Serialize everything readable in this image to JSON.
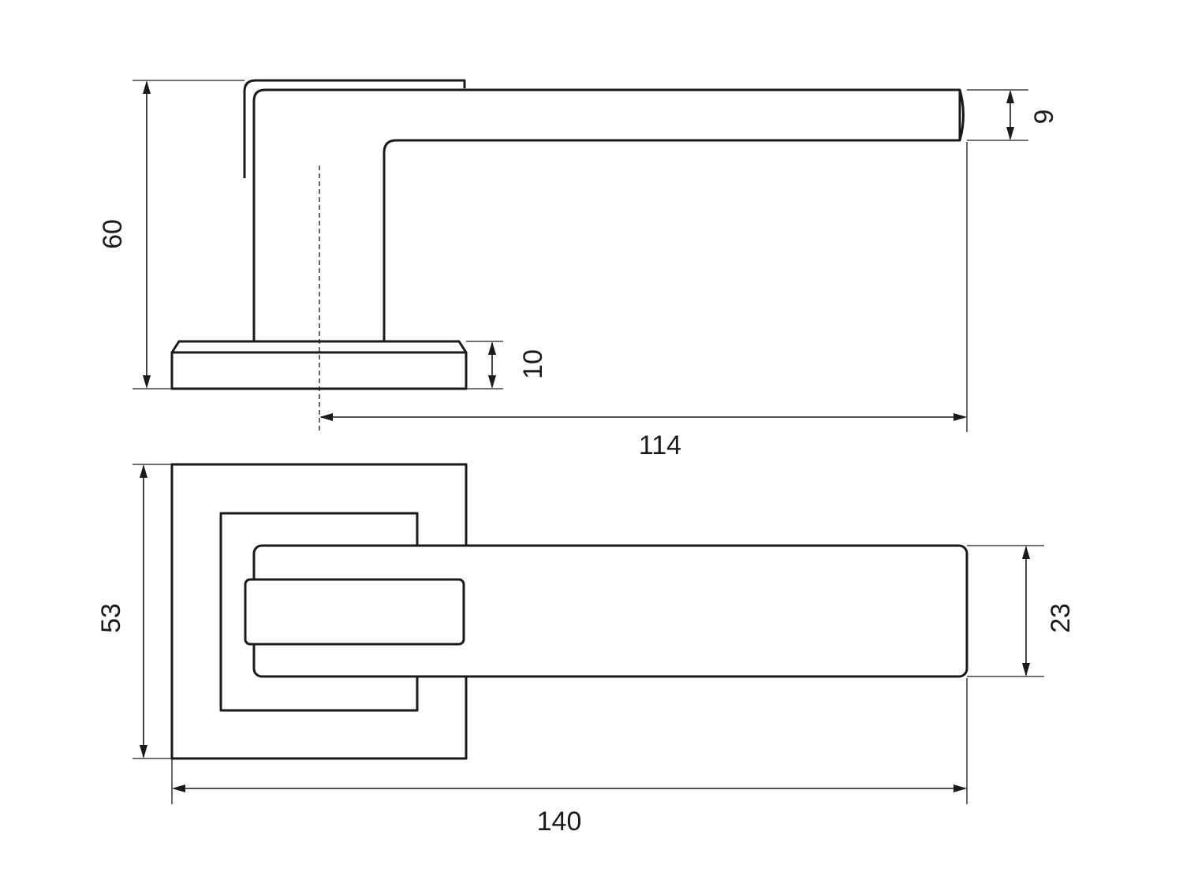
{
  "dimensions": {
    "height_total": "60",
    "lever_thickness": "9",
    "rose_thickness": "10",
    "projection": "114",
    "rose_width": "53",
    "lever_width": "23",
    "lever_length": "140"
  },
  "colors": {
    "line": "#1a1a1a",
    "background": "#ffffff"
  }
}
